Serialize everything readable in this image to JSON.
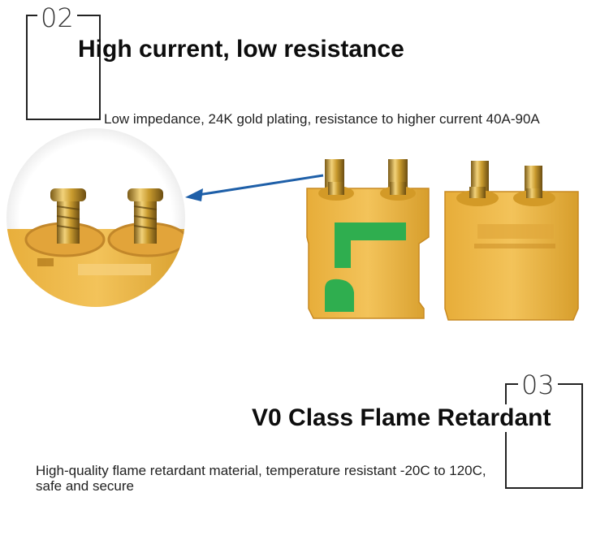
{
  "section_02": {
    "number": "02",
    "title": "High current, low resistance",
    "description": "Low impedance, 24K gold plating, resistance to higher current 40A-90A"
  },
  "section_03": {
    "number": "03",
    "title": "V0 Class Flame Retardant",
    "description": "High-quality flame retardant material, temperature resistant -20C to 120C, safe and secure"
  },
  "colors": {
    "connector_yellow": "#f0bb45",
    "connector_shadow": "#d39a27",
    "gold_pin": "#c99b2e",
    "label_green": "#2fae4f",
    "arrow_blue": "#1e5fa8"
  }
}
